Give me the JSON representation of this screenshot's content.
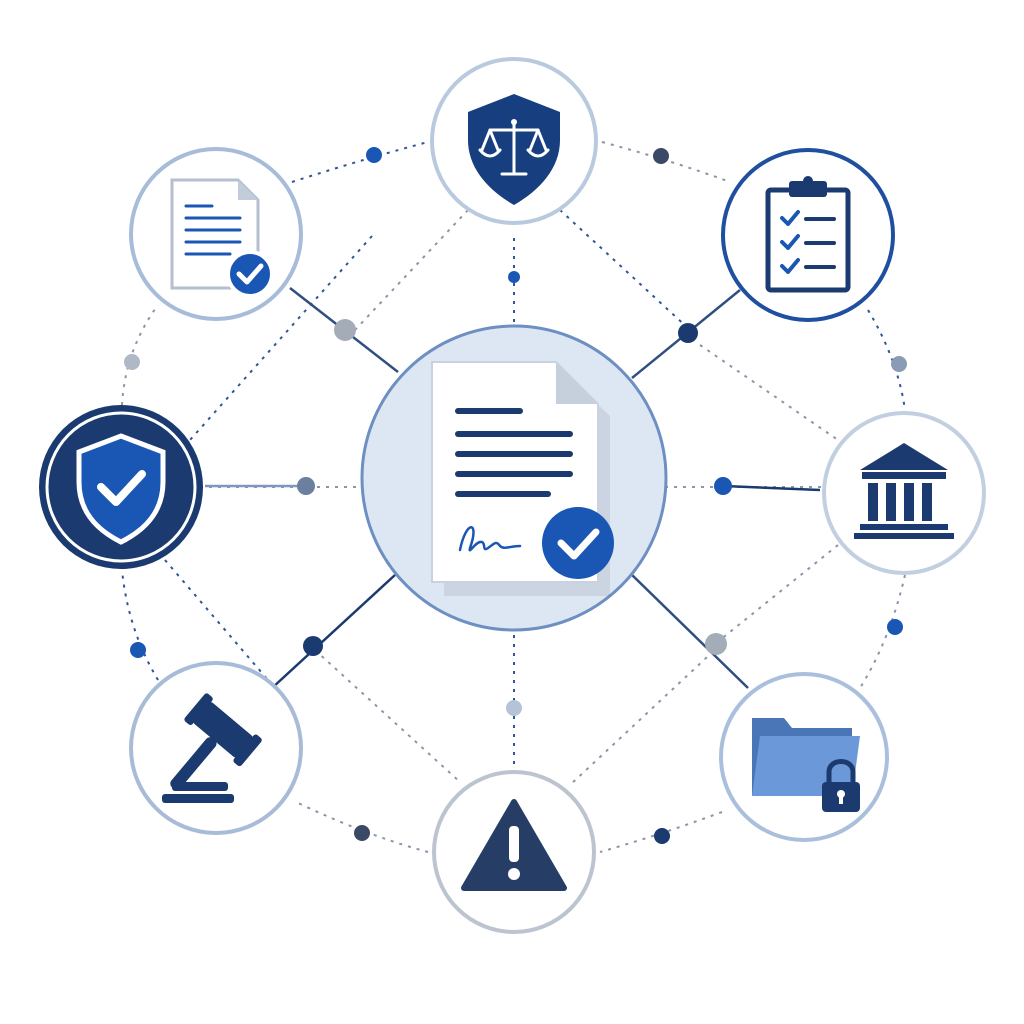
{
  "colors": {
    "navy": "#1b3a70",
    "blue": "#1a56b4",
    "mid_blue": "#4a7cc4",
    "steel": "#7f97c0",
    "gray": "#98a4b8",
    "light_fill": "#dde7f3",
    "ring_light": "#9fb7d7",
    "ring_gray": "#b7c0cc",
    "folder": "#5b8ad0"
  },
  "nodes": [
    {
      "name": "legal-shield-node",
      "icon": "scales-shield-icon",
      "ring": "light"
    },
    {
      "name": "checklist-node",
      "icon": "clipboard-checklist-icon",
      "ring": "dark"
    },
    {
      "name": "institution-node",
      "icon": "bank-building-icon",
      "ring": "light"
    },
    {
      "name": "secure-folder-node",
      "icon": "locked-folder-icon",
      "ring": "light"
    },
    {
      "name": "risk-warning-node",
      "icon": "warning-triangle-icon",
      "ring": "gray"
    },
    {
      "name": "gavel-node",
      "icon": "gavel-icon",
      "ring": "light"
    },
    {
      "name": "security-shield-node",
      "icon": "shield-check-icon",
      "ring": "filled"
    },
    {
      "name": "verified-document-node",
      "icon": "document-check-icon",
      "ring": "light"
    }
  ],
  "center": {
    "name": "signed-contract-hub",
    "icon": "signed-document-check-icon"
  }
}
